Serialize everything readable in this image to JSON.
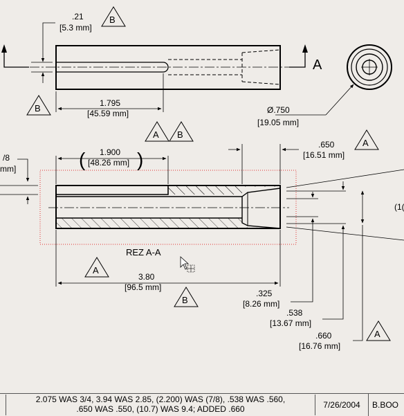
{
  "top_view": {
    "slot_width": ".21",
    "slot_width_mm": "[5.3 mm]",
    "slot_length": "1.795",
    "slot_length_mm": "[45.59 mm]",
    "section_label": "A"
  },
  "end_view": {
    "diameter": "Ø.750",
    "diameter_mm": "[19.05 mm]"
  },
  "section_view": {
    "left_edge_frac": "/8",
    "left_edge_mm": "mm]",
    "ref_length": "1.900",
    "ref_length_mm": "[48.26 mm]",
    "paren_open": "(",
    "paren_close": ")",
    "counterbore_depth": ".650",
    "counterbore_depth_mm": "[16.51 mm]",
    "title": "REZ  A-A",
    "total_length": "3.80",
    "total_length_mm": "[96.5 mm]",
    "bore_dia": ".325",
    "bore_dia_mm": "[8.26 mm]",
    "counterbore_dia": ".538",
    "counterbore_dia_mm": "[13.67 mm]",
    "outer_dia": ".660",
    "outer_dia_mm": "[16.76 mm]",
    "cut_off_right": "(1("
  },
  "datum_tags": [
    "B",
    "B",
    "A",
    "B",
    "A",
    "A",
    "B",
    "A"
  ],
  "title_block": {
    "notes_line1": "2.075 WAS 3/4, 3.94 WAS 2.85, (2.200) WAS (7/8), .538 WAS .560,",
    "notes_line2": ".650 WAS .550, (10.7) WAS 9.4; ADDED .660",
    "date": "7/26/2004",
    "author": "B.BOO"
  },
  "colors": {
    "background": "#efece8",
    "lines": "#000000",
    "selection_box": "#e03030"
  }
}
